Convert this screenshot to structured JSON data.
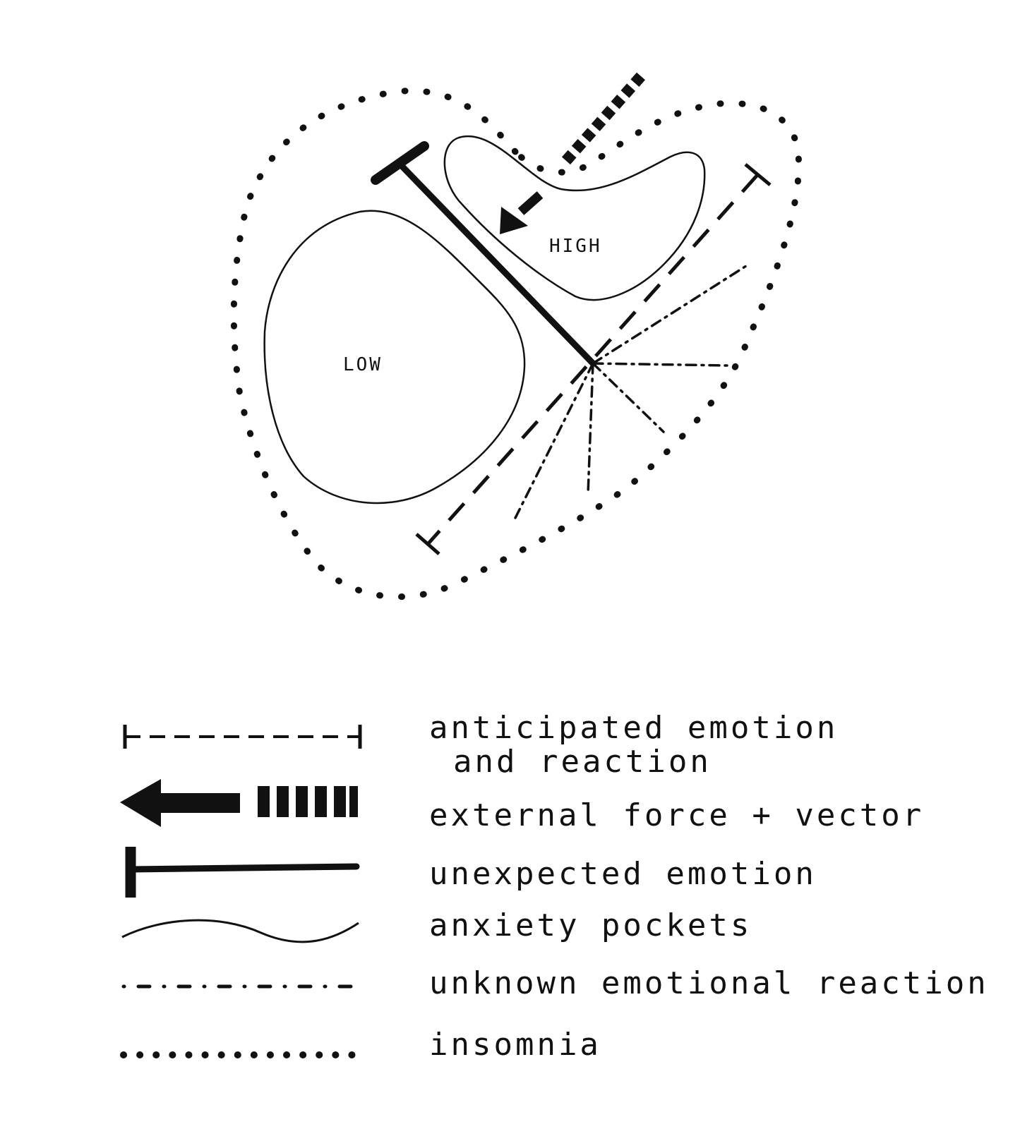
{
  "regions": {
    "low_label": "LOW",
    "high_label": "HIGH"
  },
  "legend": [
    {
      "symbol": "anticipated-emotion-line",
      "lines": [
        "anticipated emotion",
        "and reaction"
      ]
    },
    {
      "symbol": "external-force-arrow",
      "lines": [
        "external force + vector"
      ]
    },
    {
      "symbol": "unexpected-emotion-bar",
      "lines": [
        "unexpected emotion"
      ]
    },
    {
      "symbol": "anxiety-pocket-curve",
      "lines": [
        "anxiety pockets"
      ]
    },
    {
      "symbol": "unknown-reaction-dash-dot",
      "lines": [
        "unknown emotional reaction"
      ]
    },
    {
      "symbol": "insomnia-dots",
      "lines": [
        "insomnia"
      ]
    }
  ],
  "colors": {
    "ink": "#111111",
    "paper": "#ffffff"
  }
}
